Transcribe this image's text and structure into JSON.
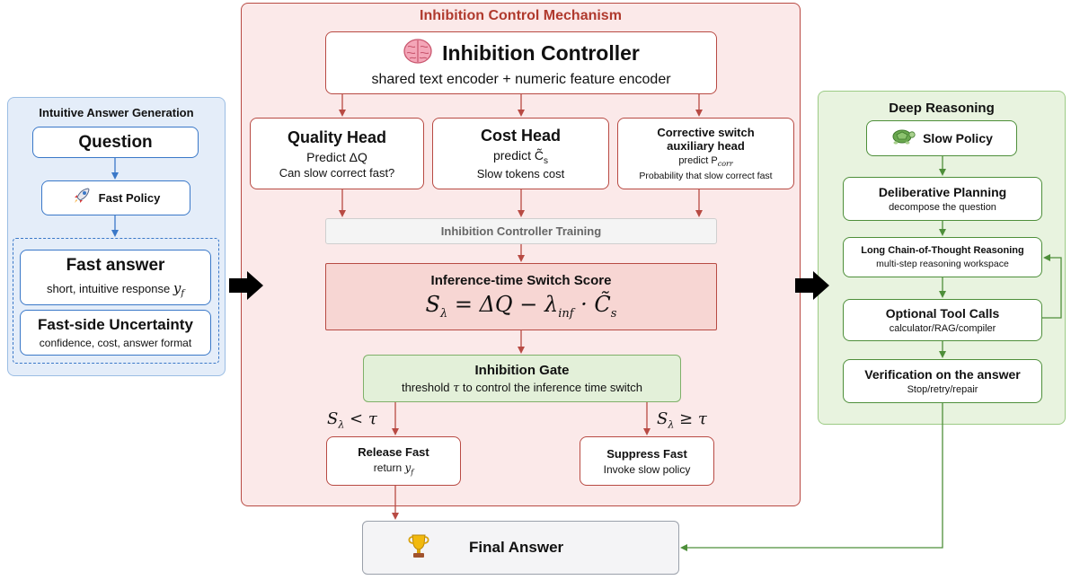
{
  "left_panel": {
    "title": "Intuitive Answer Generation",
    "question": "Question",
    "fast_policy": "Fast Policy",
    "fast_answer_title": "Fast answer",
    "fast_answer_desc": "short, intuitive response",
    "fast_answer_var": "y",
    "fast_answer_sub": "f",
    "uncertainty_title": "Fast-side Uncertainty",
    "uncertainty_desc": "confidence, cost, answer format"
  },
  "mid_panel": {
    "title": "Inhibition Control Mechanism",
    "controller_title": "Inhibition Controller",
    "controller_desc": "shared text encoder + numeric feature encoder",
    "quality_title": "Quality Head",
    "quality_l1": "Predict ΔQ",
    "quality_l2": "Can slow correct fast?",
    "cost_title": "Cost Head",
    "cost_l1a": "predict ",
    "cost_l1b": "C̃",
    "cost_l1c": "s",
    "cost_l2": "Slow tokens cost",
    "corr_title1": "Corrective switch",
    "corr_title2": "auxiliary head",
    "corr_l1a": "predict P",
    "corr_l1b": "corr",
    "corr_l2": "Probability that slow correct fast",
    "training": "Inhibition Controller Training",
    "score_title": "Inference-time Switch Score",
    "formula_a": "S",
    "formula_b": "λ",
    "formula_c": " = ΔQ − λ",
    "formula_d": "inf",
    "formula_e": " · C̃",
    "formula_f": "s",
    "gate_title": "Inhibition Gate",
    "gate_desc_a": "threshold ",
    "gate_desc_b": "τ",
    "gate_desc_c": " to control the inference time switch",
    "cond_lt_a": "S",
    "cond_lt_b": "λ",
    "cond_lt_c": " < τ",
    "cond_ge_a": "S",
    "cond_ge_b": "λ",
    "cond_ge_c": " ≥ τ",
    "release_title": "Release Fast",
    "release_desc_a": "return ",
    "release_desc_b": "y",
    "release_desc_c": "f",
    "suppress_title": "Suppress Fast",
    "suppress_desc": "Invoke slow policy"
  },
  "right_panel": {
    "title": "Deep Reasoning",
    "slow_policy": "Slow Policy",
    "plan_title": "Deliberative Planning",
    "plan_desc": "decompose the question",
    "cot_title": "Long Chain-of-Thought Reasoning",
    "cot_desc": "multi-step reasoning workspace",
    "tool_title": "Optional Tool Calls",
    "tool_desc": "calculator/RAG/compiler",
    "verify_title": "Verification on the answer",
    "verify_desc": "Stop/retry/repair"
  },
  "final": {
    "label": "Final Answer"
  },
  "icons": {
    "brain": "brain-icon",
    "rocket": "rocket-icon",
    "turtle": "turtle-icon",
    "trophy": "trophy-icon"
  },
  "colors": {
    "blue_border": "#3a78c8",
    "red_border": "#b84a43",
    "green_border": "#4e8f3a",
    "mid_title": "#b03a2e"
  }
}
